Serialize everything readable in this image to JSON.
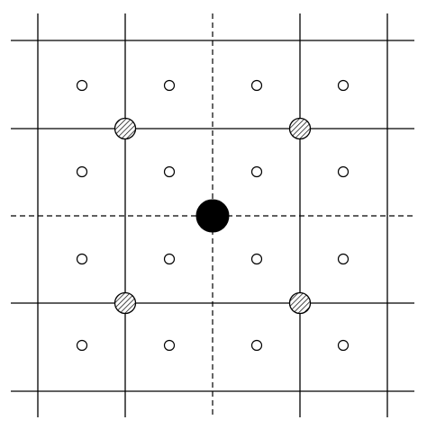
{
  "diagram": {
    "lattice": {
      "grid_line_count": 5,
      "open_circle_grid": 4,
      "hatched_circle_grid": 2
    },
    "colors": {
      "line": "#000000",
      "background": "#ffffff",
      "center_fill": "#000000"
    },
    "markers": {
      "open": "open-circle",
      "hatched": "hatched-circle",
      "center": "filled-circle"
    },
    "axes": {
      "style": "dashed",
      "count": 2
    }
  }
}
